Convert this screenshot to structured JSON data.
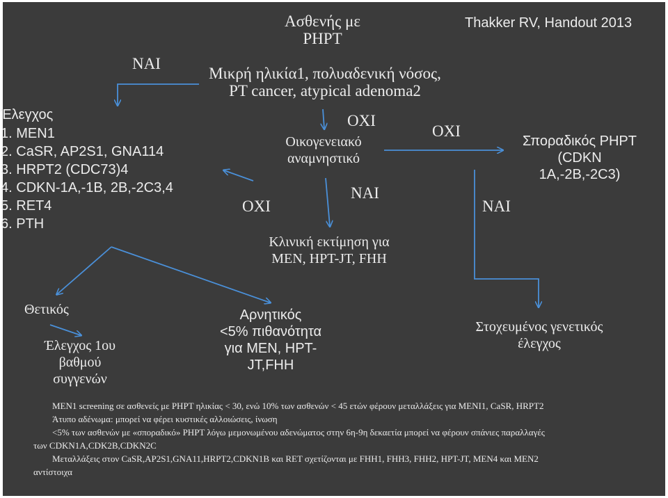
{
  "citation": "Thakker RV,  Handout 2013",
  "patient_box": {
    "line1": "Ασθενής με",
    "line2": "PHPT"
  },
  "criteria": {
    "line1": "Μικρή ηλικία1, πολυαδενική νόσος,",
    "line2": "PT cancer, atypical  adenoma2"
  },
  "family_history": {
    "line1": "Οικογενειακό",
    "line2": "αναμνηστικό"
  },
  "branch_labels": {
    "yes_top_left": "ΝΑΙ",
    "no_top_center": "ΟΧΙ",
    "no_right": "ΟΧΙ",
    "yes_center": "ΝΑΙ",
    "no_left": "ΟΧΙ",
    "yes_right": "ΝΑΙ"
  },
  "sporadic": {
    "line1": "Σποραδικός PHPT",
    "line2": "(CDKN",
    "line3": "1A,-2B,-2C3)"
  },
  "checks": {
    "title": "Έλεγχος",
    "items": [
      {
        "num": "1.",
        "text": "MEN1"
      },
      {
        "num": "2.",
        "text": "CaSR, AP2S1, GNA114"
      },
      {
        "num": "3.",
        "text": "HRPT2 (CDC73)4"
      },
      {
        "num": "4.",
        "text": "CDKN-1A,-1B, 2B,-2C3,4"
      },
      {
        "num": "5.",
        "text": "RET4"
      },
      {
        "num": "6.",
        "text": "PTH"
      }
    ]
  },
  "clinical_eval": {
    "line1": "Κλινική εκτίμηση για",
    "line2": "MEN, HPT-JT, FHH"
  },
  "positive": "Θετικός",
  "relatives": {
    "line1": "Έλεγχος 1ου",
    "line2": "βαθμού",
    "line3": "συγγενών"
  },
  "negative": {
    "line1": "Αρνητικός",
    "line2": "<5% πιθανότητα",
    "line3": "για MEN, HPT-",
    "line4": "JT,FHH"
  },
  "targeted": {
    "line1": "Στοχευμένος γενετικός",
    "line2": "έλεγχος"
  },
  "footnotes": {
    "line1": "MEN1 screening σε ασθενείς με PHPT ηλικίας < 30, ενώ 10% των ασθενών < 45 ετών φέρουν μεταλλάξεις για MENI1, CaSR, HRPT2",
    "line2": "Άτυπο αδένωμα: μπορεί να φέρει κυστικές αλλοιώσεις, ίνωση",
    "line3": "<5% των ασθενών με «σποραδικό» PHPT λόγω μεμονωμένου αδενώματος στην 6η-9η δεκαετία μπορεί να φέρουν σπάνιες παραλλαγές",
    "line4": "των CDKN1A,CDK2B,CDKN2C",
    "line5": "Μεταλλάξεις στον CaSR,AP2S1,GNA11,HRPT2,CDKN1B και RET σχετίζονται με FHH1, FHH3, FHH2, HPT-JT, MEN4 και MEN2",
    "line6": "αντίστοιχα"
  },
  "colors": {
    "background": "#3b3b3b",
    "text": "#ececec",
    "arrow": "#4a90d9"
  }
}
